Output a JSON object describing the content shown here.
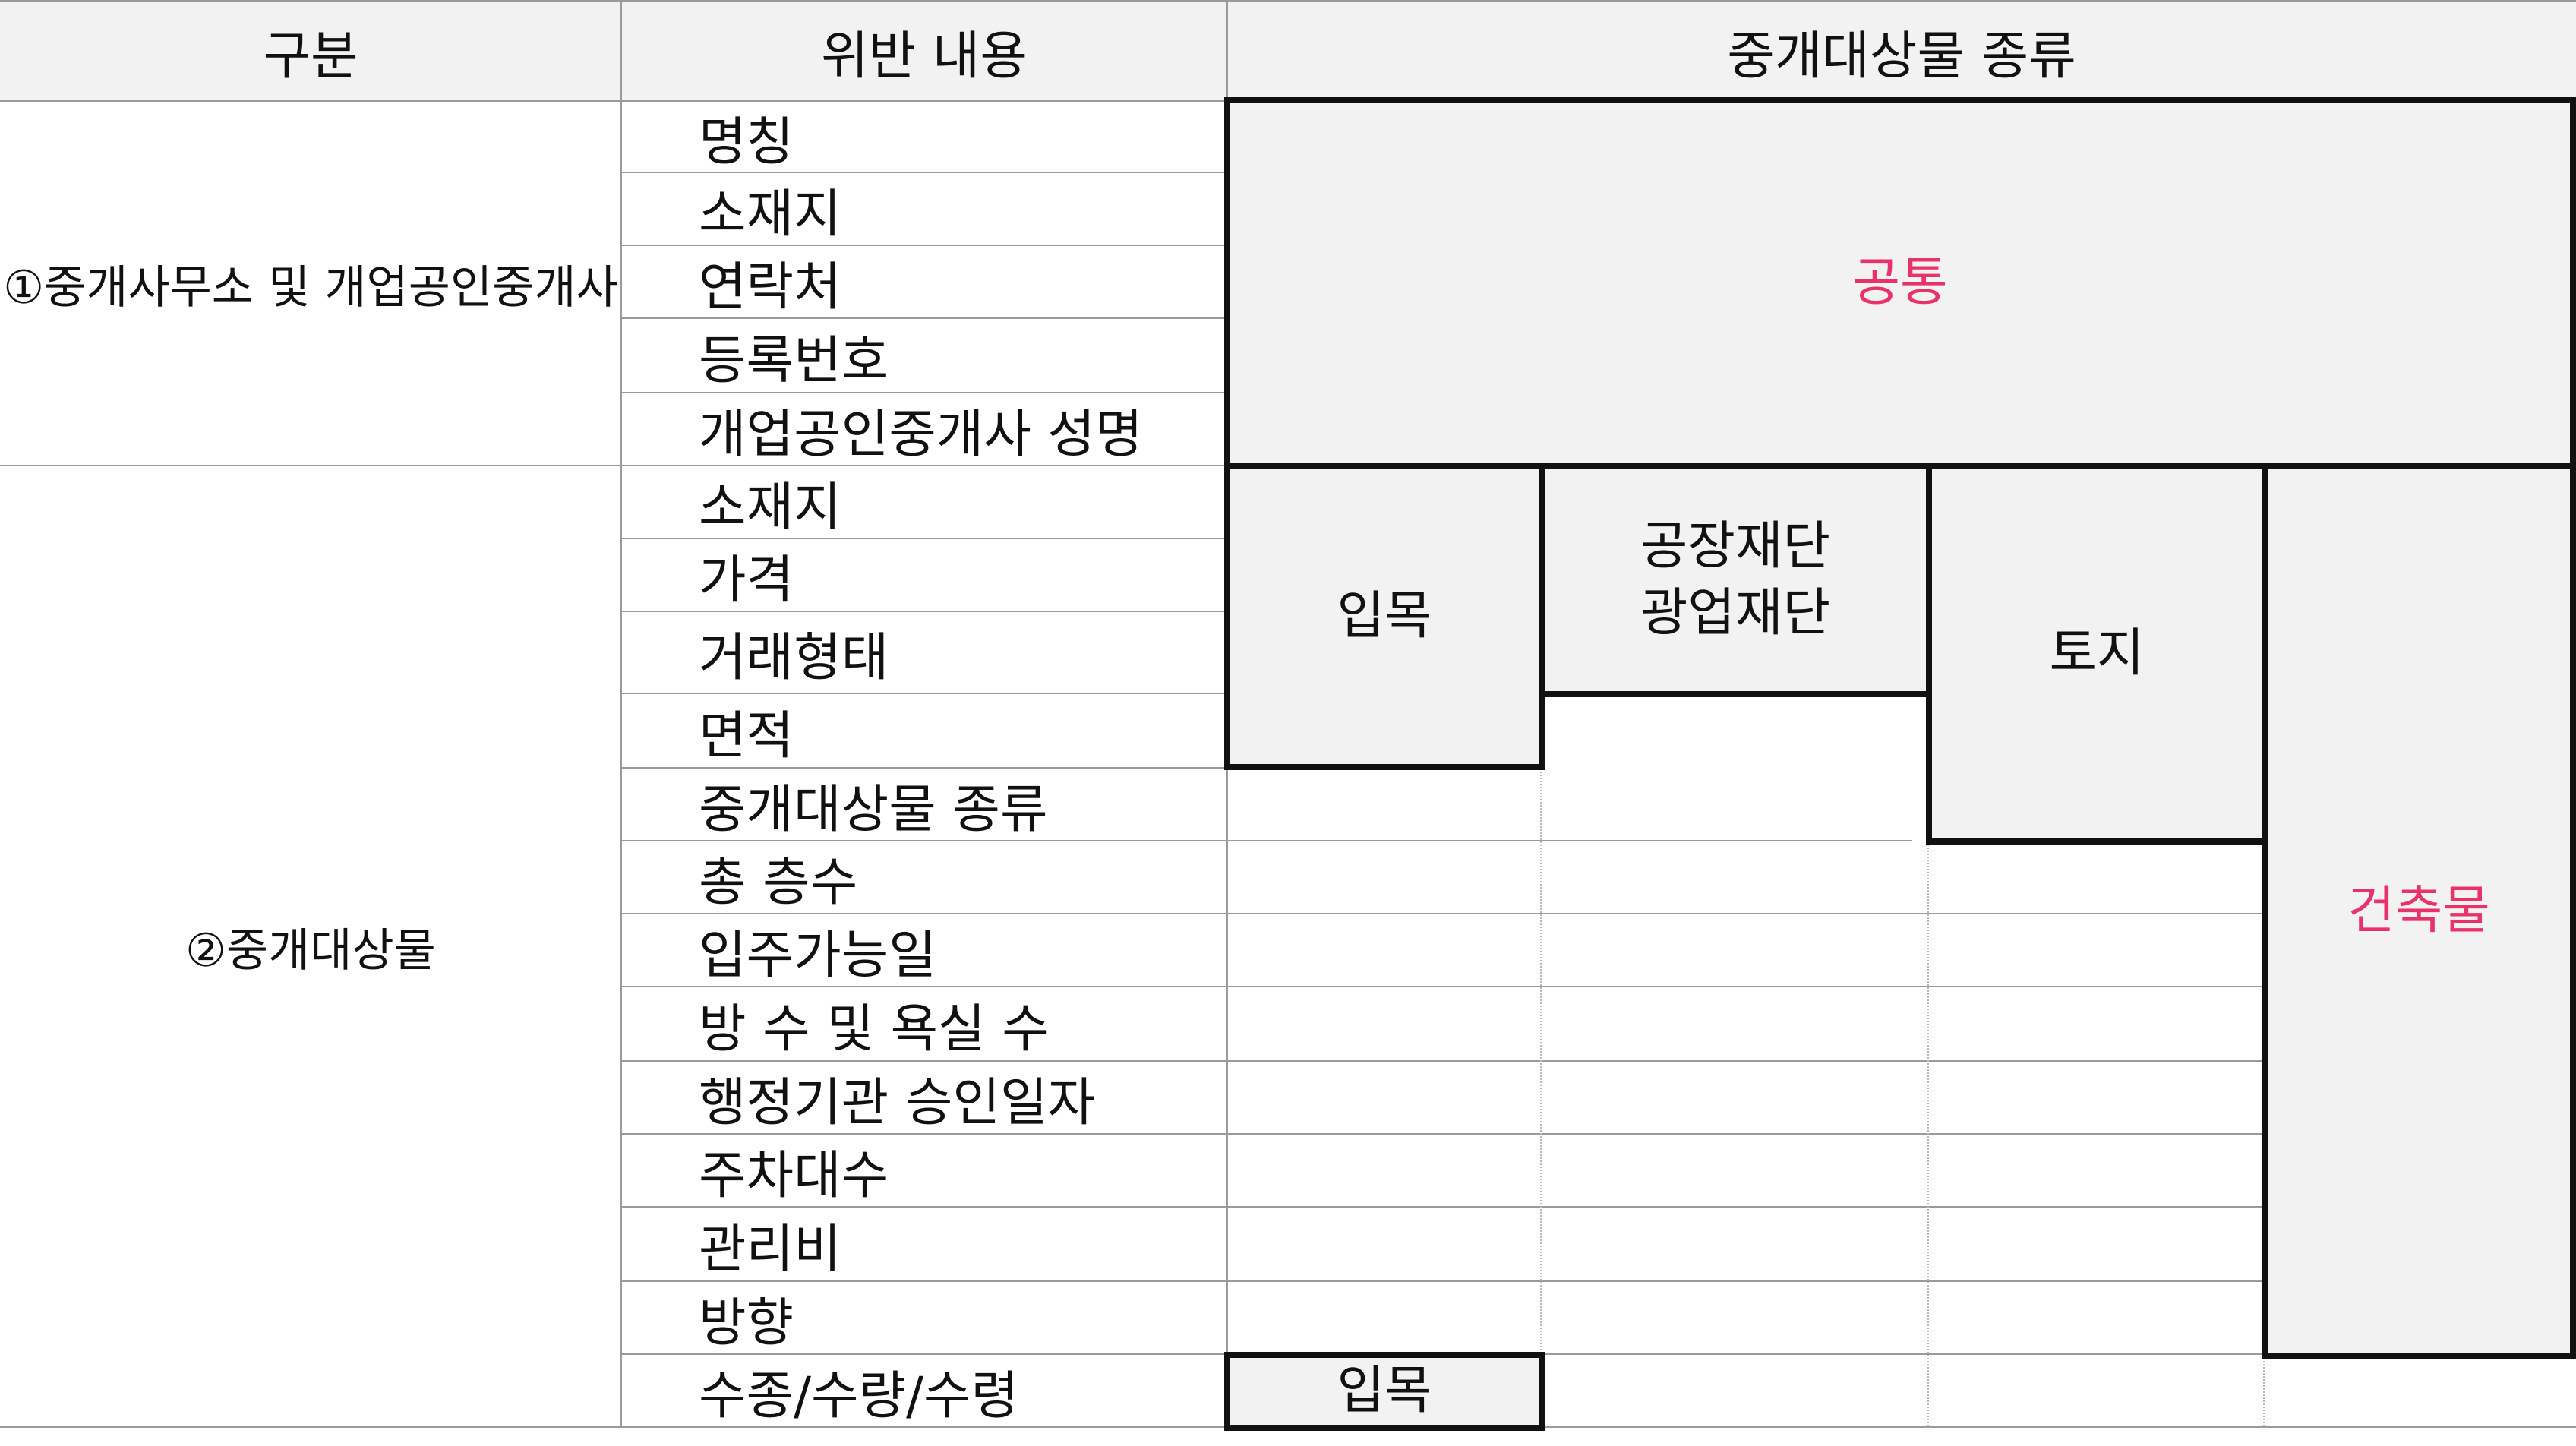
{
  "header": {
    "col_category": "구분",
    "col_violation": "위반 내용",
    "col_types": "중개대상물 종류"
  },
  "groups": [
    {
      "label": "①중개사무소 및 개업공인중개사",
      "items": [
        "명칭",
        "소재지",
        "연락처",
        "등록번호",
        "개업공인중개사 성명"
      ]
    },
    {
      "label": "②중개대상물",
      "items": [
        "소재지",
        "가격",
        "거래형태",
        "면적",
        "중개대상물 종류",
        "총 층수",
        "입주가능일",
        "방 수 및 욕실 수",
        "행정기관 승인일자",
        "주차대수",
        "관리비",
        "방향",
        "수종/수량/수령"
      ]
    }
  ],
  "boxes": {
    "common": "공통",
    "forest_main": "입목",
    "factory_line1": "공장재단",
    "factory_line2": "광업재단",
    "land": "토지",
    "building": "건축물",
    "forest_bottom": "입목"
  },
  "colors": {
    "accent_pink": "#e8336a",
    "box_fill": "#f2f2f2",
    "header_fill": "#f2f2f2"
  }
}
